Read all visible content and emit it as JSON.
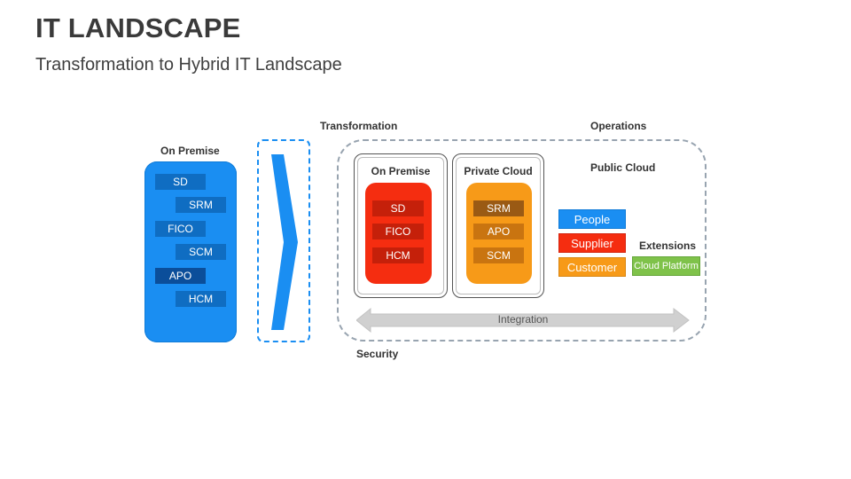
{
  "header": {
    "title": "IT LANDSCAPE",
    "subtitle": "Transformation to Hybrid IT Landscape"
  },
  "diagram": {
    "left_panel": {
      "label": "On Premise",
      "items": [
        "SD",
        "SRM",
        "FICO",
        "SCM",
        "APO",
        "HCM"
      ]
    },
    "transformation_label": "Transformation",
    "operations_label": "Operations",
    "security_label": "Security",
    "on_premise_card": {
      "label": "On Premise",
      "items": [
        "SD",
        "FICO",
        "HCM"
      ]
    },
    "private_cloud_card": {
      "label": "Private Cloud",
      "items": [
        "SRM",
        "APO",
        "SCM"
      ]
    },
    "public_cloud": {
      "label": "Public Cloud",
      "items": [
        "People",
        "Supplier",
        "Customer"
      ]
    },
    "extensions": {
      "label": "Extensions",
      "item": "Cloud Platform"
    },
    "integration_label": "Integration"
  },
  "colors": {
    "blue": "#1a8ef2",
    "red": "#f52d10",
    "orange": "#f79a18",
    "green": "#7fc24a",
    "gray_arrow": "#d0d0d0"
  }
}
